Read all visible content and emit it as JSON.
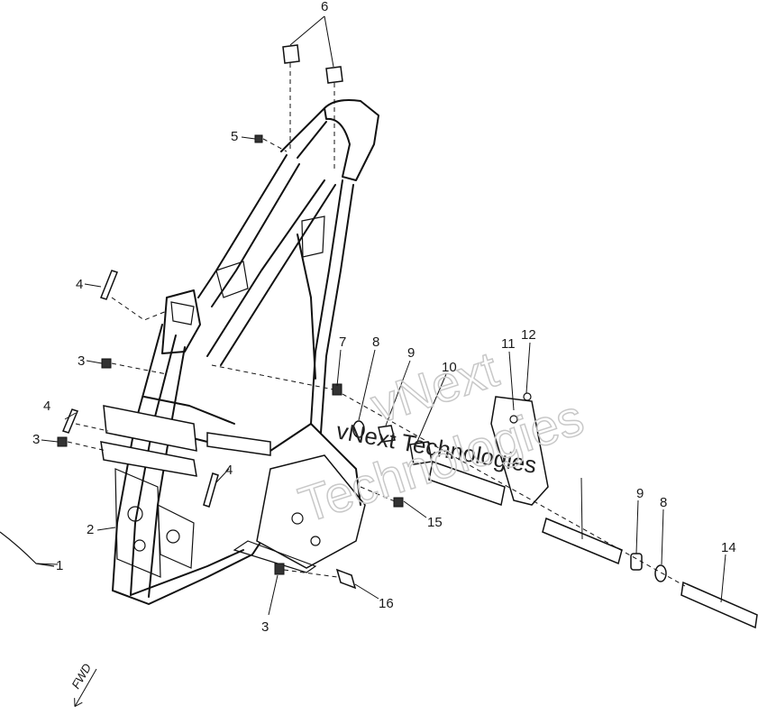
{
  "diagram": {
    "callouts": [
      "1",
      "2",
      "3",
      "4",
      "5",
      "6",
      "7",
      "8",
      "9",
      "10",
      "11",
      "12",
      "14",
      "15",
      "16"
    ],
    "direction_label": "FWD",
    "watermark": {
      "line_a": "vNext Technologies",
      "line_b": "vNext",
      "line_c": "Technologies"
    }
  }
}
